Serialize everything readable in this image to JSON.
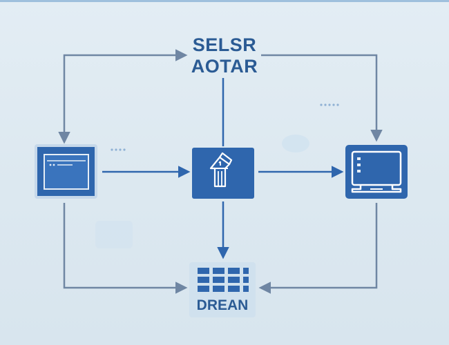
{
  "diagram": {
    "title_lines": [
      "SELSR",
      "AOTAR"
    ],
    "database_label": "DREAN",
    "colors": {
      "accent": "#2f66ad",
      "connector": "#6f86a3",
      "background": "#dde9f1",
      "label": "#2b5b94"
    },
    "nodes": [
      {
        "id": "browser",
        "icon": "browser-window-icon"
      },
      {
        "id": "gateway",
        "icon": "gateway-building-icon"
      },
      {
        "id": "monitor",
        "icon": "monitor-icon"
      },
      {
        "id": "database",
        "icon": "grid-table-icon"
      }
    ]
  }
}
